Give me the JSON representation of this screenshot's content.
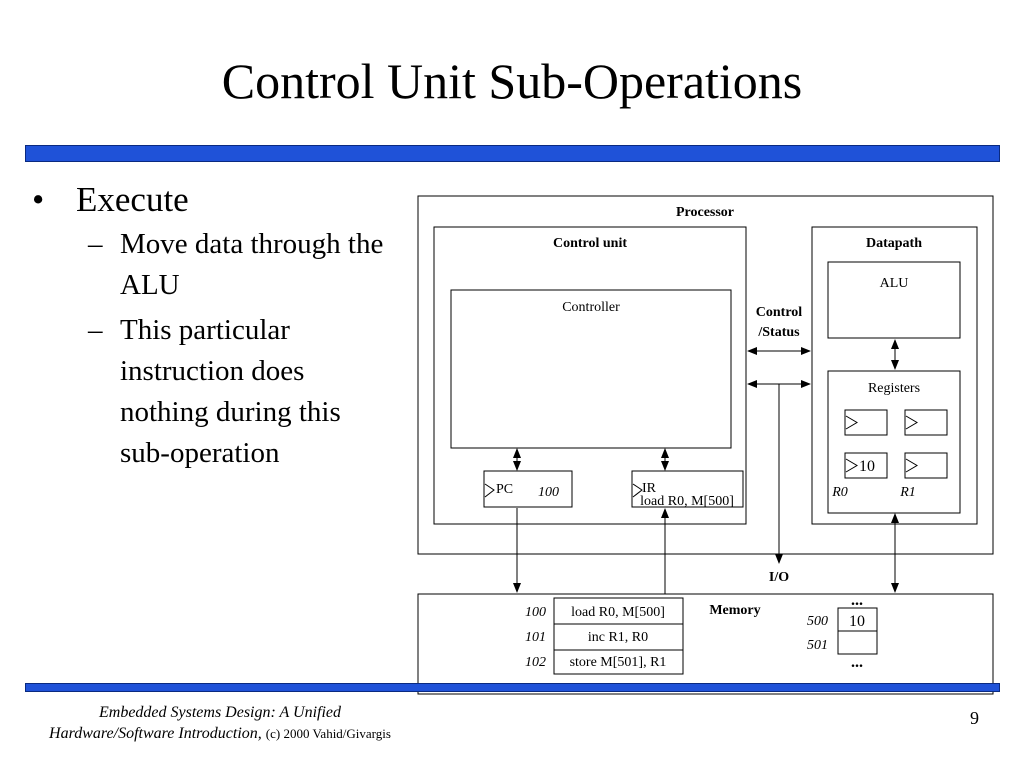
{
  "slide": {
    "title": "Control Unit Sub-Operations",
    "page_number": "9",
    "accent_color": "#1f52d8"
  },
  "bullets": {
    "main": "Execute",
    "sub_items": [
      "Move data through the ALU",
      "This particular instruction does nothing during this sub-operation"
    ]
  },
  "footer": {
    "line1": "Embedded Systems Design: A Unified",
    "line2_italic": "Hardware/Software Introduction,",
    "line2_rest": "(c) 2000 Vahid/Givargis"
  },
  "diagram": {
    "processor_label": "Processor",
    "control_unit_label": "Control unit",
    "datapath_label": "Datapath",
    "controller_label": "Controller",
    "control_status_line1": "Control",
    "control_status_line2": "/Status",
    "alu_label": "ALU",
    "registers_label": "Registers",
    "register_value": "10",
    "r0_label": "R0",
    "r1_label": "R1",
    "pc_label": "PC",
    "pc_value": "100",
    "ir_label": "IR",
    "ir_value": "load R0, M[500]",
    "io_label": "I/O",
    "memory_label": "Memory",
    "memory_rows": [
      {
        "address": "100",
        "content": "load R0, M[500]"
      },
      {
        "address": "101",
        "content": "inc R1, R0"
      },
      {
        "address": "102",
        "content": "store M[501], R1"
      }
    ],
    "data_memory": [
      {
        "address": "500",
        "content": "10"
      },
      {
        "address": "501",
        "content": ""
      }
    ],
    "ellipsis": "..."
  }
}
